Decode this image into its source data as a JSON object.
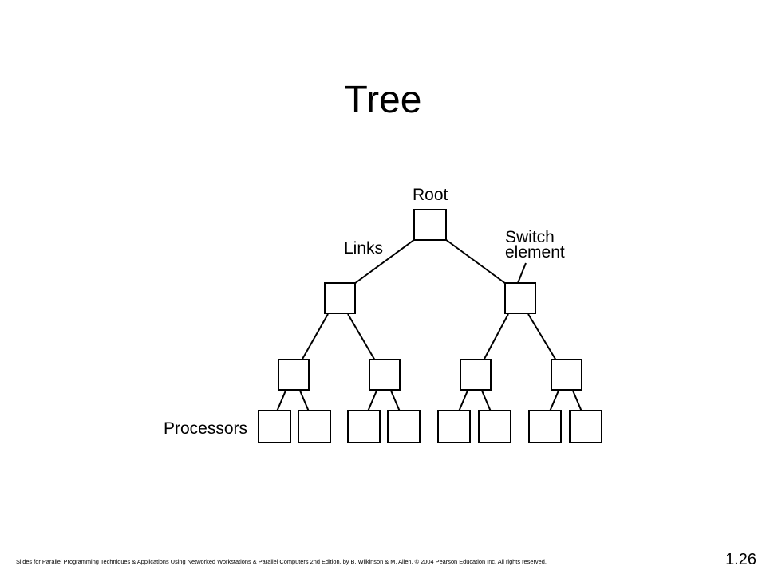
{
  "slide": {
    "title": "Tree",
    "footer": "Slides for Parallel Programming Techniques & Applications Using Networked Workstations & Parallel Computers 2nd Edition, by B. Wilkinson & M. Allen, © 2004 Pearson Education Inc. All rights reserved.",
    "page_number": "1.26"
  },
  "diagram": {
    "labels": {
      "root": "Root",
      "links": "Links",
      "switch_line1": "Switch",
      "switch_line2": "element",
      "processors": "Processors"
    },
    "levels": [
      {
        "role": "root switch",
        "count": 1
      },
      {
        "role": "switch",
        "count": 2
      },
      {
        "role": "switch",
        "count": 4
      },
      {
        "role": "processor",
        "count": 8
      }
    ],
    "colors": {
      "stroke": "#000000",
      "fill": "#ffffff"
    }
  }
}
